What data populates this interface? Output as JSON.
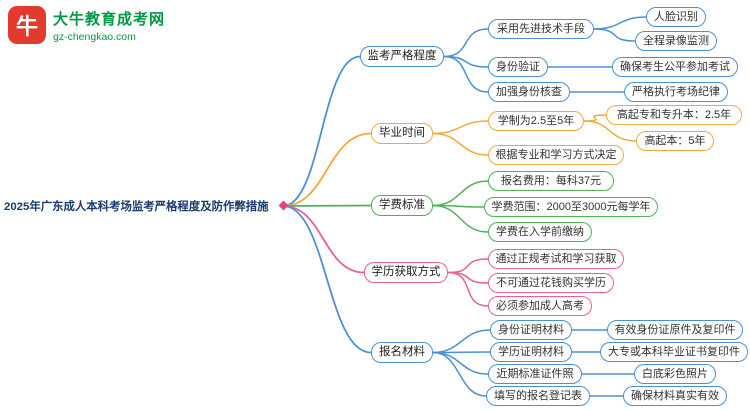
{
  "page": {
    "background": "#ffffff"
  },
  "logo": {
    "icon_text": "牛",
    "brand": "大牛教育成考网",
    "domain": "gz-chengkao.com",
    "icon_color": "#e23a2e",
    "text_color": "#009a44"
  },
  "root": {
    "label": "2025年广东成人本科考场监考严格程度及防作弊措施",
    "color": "#1b3a6e"
  },
  "branches": [
    {
      "label": "监考严格程度",
      "color": "#4a90d9",
      "children": [
        {
          "label": "采用先进技术手段",
          "children": [
            {
              "label": "人脸识别"
            },
            {
              "label": "全程录像监测"
            }
          ]
        },
        {
          "label": "身份验证",
          "children": [
            {
              "label": "确保考生公平参加考试"
            }
          ]
        },
        {
          "label": "加强身份核查",
          "children": [
            {
              "label": "严格执行考场纪律"
            }
          ]
        }
      ]
    },
    {
      "label": "毕业时间",
      "color": "#f2a93b",
      "children": [
        {
          "label": "学制为2.5至5年",
          "children": [
            {
              "label": "高起专和专升本：2.5年"
            },
            {
              "label": "高起本：5年"
            }
          ]
        },
        {
          "label": "根据专业和学习方式决定",
          "children": []
        }
      ]
    },
    {
      "label": "学费标准",
      "color": "#4db355",
      "children": [
        {
          "label": "报名费用：每科37元",
          "children": []
        },
        {
          "label": "学费范围：2000至3000元每学年",
          "children": []
        },
        {
          "label": "学费在入学前缴纳",
          "children": []
        }
      ]
    },
    {
      "label": "学历获取方式",
      "color": "#ee5e94",
      "children": [
        {
          "label": "通过正规考试和学习获取",
          "children": []
        },
        {
          "label": "不可通过花钱购买学历",
          "children": []
        },
        {
          "label": "必须参加成人高考",
          "children": []
        }
      ]
    },
    {
      "label": "报名材料",
      "color": "#4a90d9",
      "children": [
        {
          "label": "身份证明材料",
          "children": [
            {
              "label": "有效身份证原件及复印件"
            }
          ]
        },
        {
          "label": "学历证明材料",
          "children": [
            {
              "label": "大专或本科毕业证书复印件"
            }
          ]
        },
        {
          "label": "近期标准证件照",
          "children": [
            {
              "label": "白底彩色照片"
            }
          ]
        },
        {
          "label": "填写的报名登记表",
          "children": [
            {
              "label": "确保材料真实有效"
            }
          ]
        }
      ]
    }
  ]
}
